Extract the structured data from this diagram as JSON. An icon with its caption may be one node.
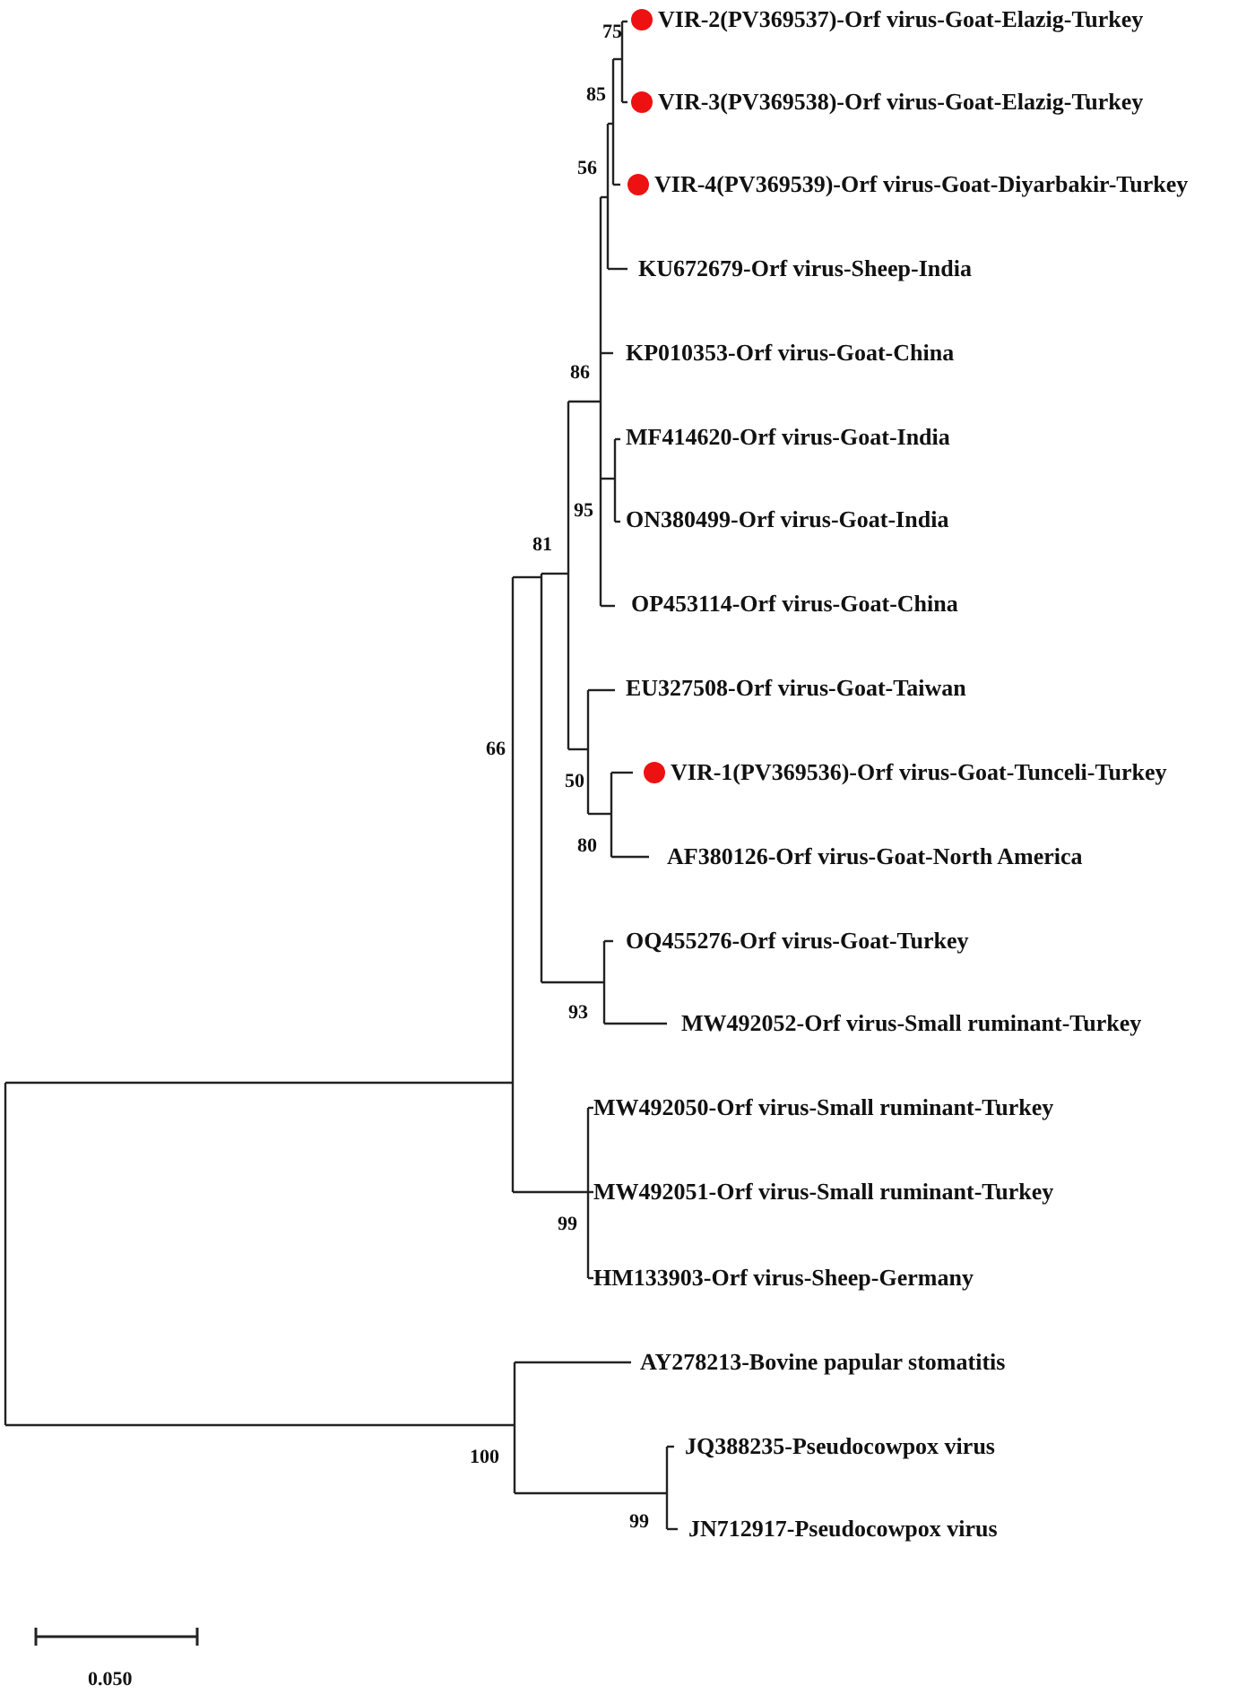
{
  "diagram": {
    "labels": [
      "VIR-2(PV369537)-Orf virus-Goat-Elazig-Turkey",
      "75",
      "85",
      "VIR-3(PV369538)-Orf virus-Goat-Elazig-Turkey",
      "56",
      "VIR-4(PV369539)-Orf virus-Goat-Diyarbakir-Turkey",
      "KU672679-Orf virus-Sheep-India",
      "KP010353-Orf virus-Goat-China",
      "86",
      "MF414620-Orf virus-Goat-India",
      "95",
      "ON380499-Orf virus-Goat-India",
      "81",
      "OP453114-Orf virus-Goat-China",
      "EU327508-Orf virus-Goat-Taiwan",
      "66",
      "VIR-1(PV369536)-Orf virus-Goat-Tunceli-Turkey",
      "50",
      "80",
      "AF380126-Orf virus-Goat-North America",
      "OQ455276-Orf virus-Goat-Turkey",
      "93",
      "MW492052-Orf virus-Small ruminant-Turkey",
      "MW492050-Orf virus-Small ruminant-Turkey",
      "MW492051-Orf virus-Small ruminant-Turkey",
      "99",
      "HM133903-Orf virus-Sheep-Germany",
      "AY278213-Bovine papular stomatitis",
      "JQ388235-Pseudocowpox virus",
      "100",
      "99",
      "JN712917-Pseudocowpox virus",
      "0.050"
    ]
  }
}
